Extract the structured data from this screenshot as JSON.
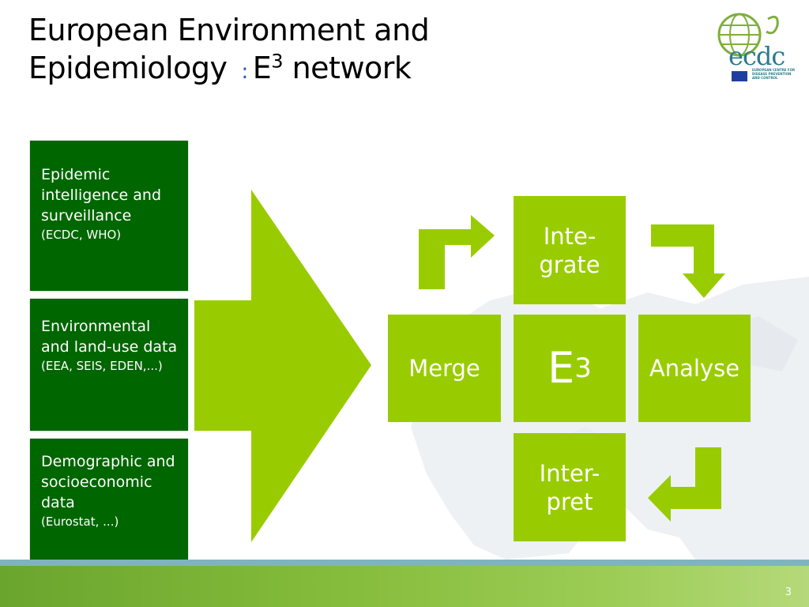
{
  "title": {
    "line1": "European Environment and",
    "line2_prefix": "Epidemiology",
    "colon": ":",
    "line2_e": "E",
    "line2_sup": "3",
    "line2_suffix": "network"
  },
  "logo": {
    "word": "ecdc",
    "caption": "EUROPEAN CENTRE FOR DISEASE PREVENTION AND CONTROL"
  },
  "sources": [
    {
      "title": "Epidemic intelligence and surveillance",
      "note": "(ECDC, WHO)"
    },
    {
      "title": "Environmental and land-use data",
      "note": "(EEA, SEIS, EDEN,...)"
    },
    {
      "title": "Demographic and socioeconomic data",
      "note": "(Eurostat, ...)"
    }
  ],
  "cycle": {
    "integrate": "Inte-\ngrate",
    "merge": "Merge",
    "center_e": "E",
    "center_sup": "3",
    "analyse": "Analyse",
    "interpret": "Inter-\npret"
  },
  "footer": {
    "page_number": "3"
  },
  "colors": {
    "dark_green": "#006600",
    "light_green": "#99cc00",
    "logo_teal": "#2c7a8c"
  }
}
